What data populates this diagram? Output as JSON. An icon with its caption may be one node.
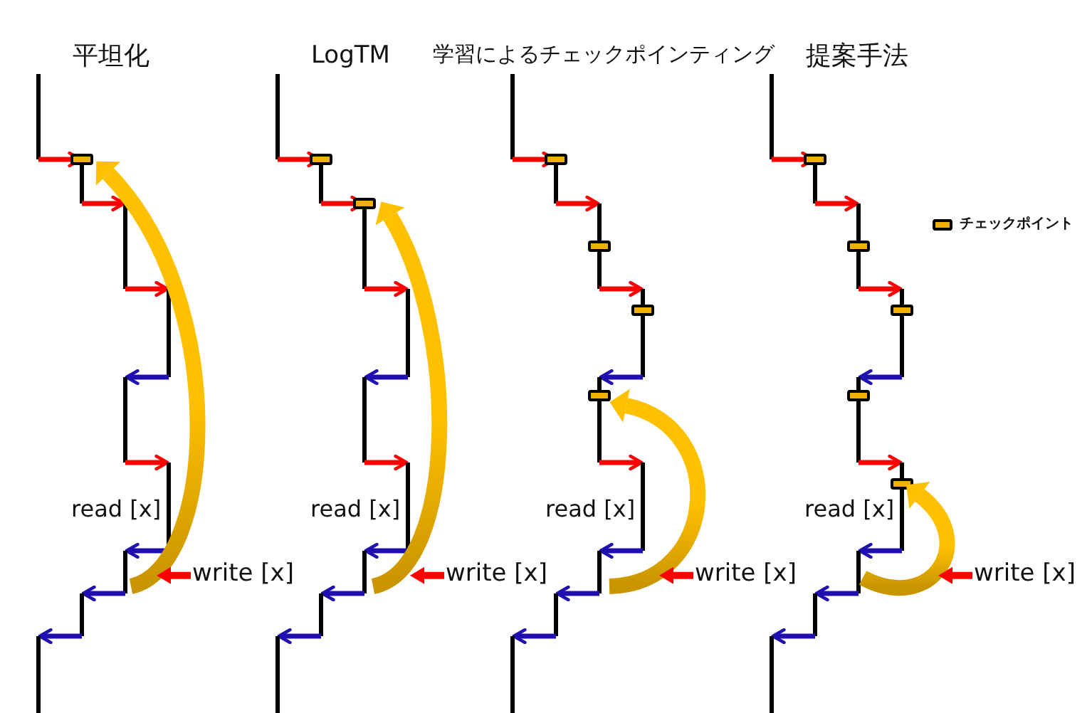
{
  "diagram": {
    "nodes": [
      {
        "text": [
          "write [x]"
        ]
      },
      {
        "text": [
          "write [x]"
        ]
      },
      {
        "text": [
          "write [x]"
        ]
      },
      {
        "text": [
          "write [x]"
        ]
      }
    ],
    "edges": [
      {
        "from": 0,
        "to": null,
        "arrow": "to"
      },
      {
        "from": 1,
        "to": null,
        "arrow": "to"
      },
      {
        "from": 2,
        "to": null,
        "arrow": "to"
      },
      {
        "from": 3,
        "to": null,
        "arrow": "to"
      }
    ],
    "labels": [
      "平坦化",
      "LogTM",
      "学習によるチェックポインティング",
      "提案手法",
      "read [x]",
      "read [x]",
      "read [x]",
      "read [x]"
    ],
    "legend": [
      {
        "text": "チェックポイント"
      }
    ]
  }
}
